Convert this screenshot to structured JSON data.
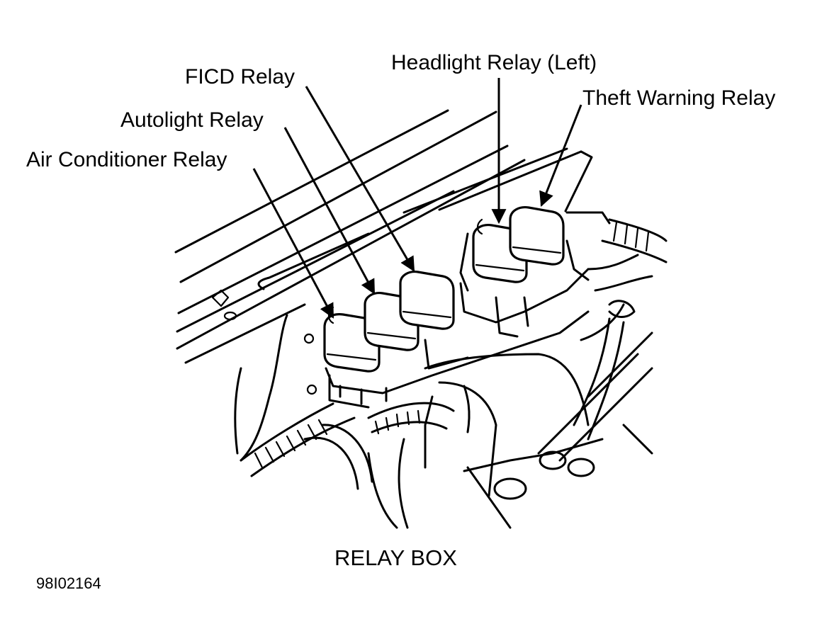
{
  "labels": {
    "ficd_relay": "FICD Relay",
    "headlight_relay_left": "Headlight Relay (Left)",
    "theft_warning_relay": "Theft Warning Relay",
    "autolight_relay": "Autolight Relay",
    "air_conditioner_relay": "Air Conditioner Relay"
  },
  "caption": "RELAY BOX",
  "figure_id": "98I02164"
}
